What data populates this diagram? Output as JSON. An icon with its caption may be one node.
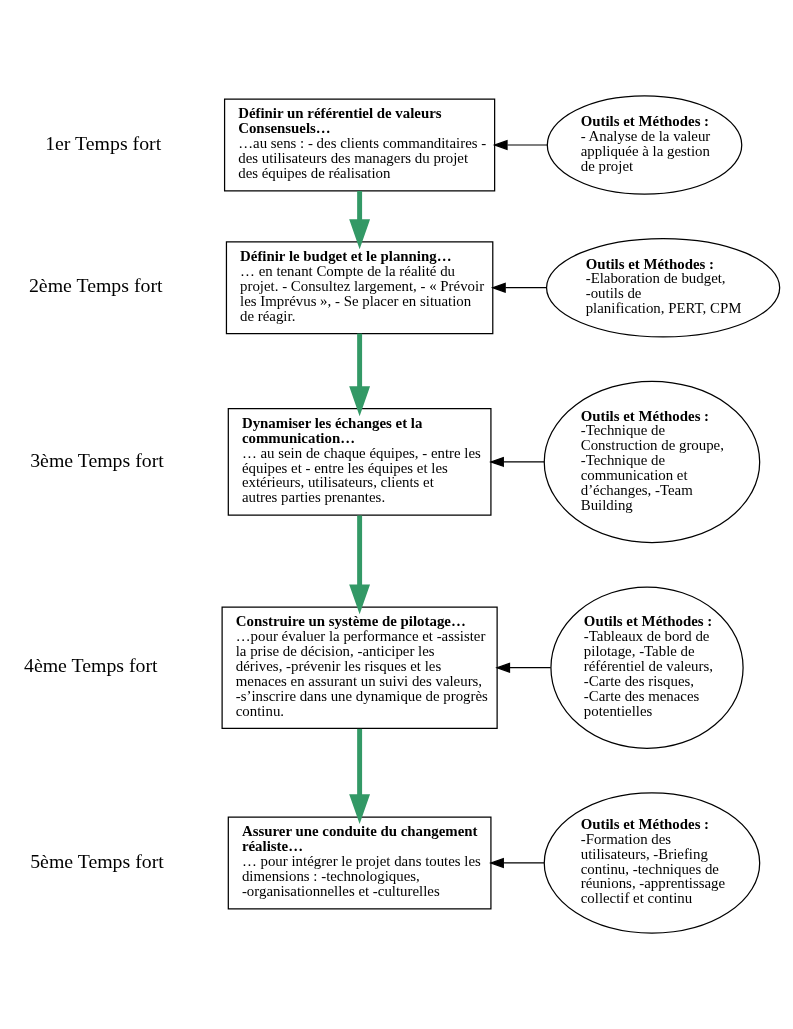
{
  "diagram": {
    "nodes": [
      {
        "text": [
          "Définir un référentiel de valeurs Consensuels…",
          "…au sens : - des clients commanditaires - des utilisateurs des managers du projet des équipes de réalisation"
        ],
        "beside": [
          "1er Temps fort"
        ]
      },
      {
        "text": [
          "Outils et Méthodes :",
          "- Analyse de la valeur appliquée à la gestion de projet"
        ]
      },
      {
        "text": [
          "Définir le budget et le planning…",
          "… en tenant Compte de la réalité du projet. - Consultez largement, - « Prévoir les Imprévus », - Se placer en situation de réagir."
        ],
        "beside": [
          "2ème Temps fort"
        ]
      },
      {
        "text": [
          "Outils et Méthodes :",
          "-Elaboration de budget, -outils de planification, PERT, CPM"
        ]
      },
      {
        "text": [
          "Dynamiser les échanges et la communication…",
          "… au sein de chaque équipes, - entre les équipes et - entre les équipes et les extérieurs, utilisateurs, clients et autres parties prenantes."
        ],
        "beside": [
          "3ème Temps fort"
        ]
      },
      {
        "text": [
          "Outils et Méthodes :",
          "-Technique de Construction de groupe, -Technique de communication et d’échanges, -Team Building"
        ]
      },
      {
        "text": [
          "Construire un système de pilotage…",
          "…pour évaluer la performance et -assister la prise de décision, -anticiper les dérives, -prévenir les risques et les menaces en assurant un suivi des valeurs, -s’inscrire dans une dynamique de progrès continu."
        ],
        "beside": [
          "4ème Temps fort"
        ]
      },
      {
        "text": [
          "Outils et Méthodes :",
          "-Tableaux de bord de pilotage, -Table de référentiel de valeurs, -Carte des risques, -Carte des menaces potentielles"
        ]
      },
      {
        "text": [
          "Assurer une conduite du changement réaliste…",
          "… pour intégrer le projet dans toutes les dimensions : -technologiques, -organisationnelles et -culturelles"
        ],
        "beside": [
          "5ème Temps fort"
        ]
      },
      {
        "text": [
          "Outils et Méthodes :",
          "-Formation des utilisateurs, -Briefing continu, -techniques de réunions, -apprentissage collectif et continu"
        ]
      }
    ],
    "edges": [
      {
        "from": 1,
        "to": 0,
        "arrow": "to"
      },
      {
        "from": 0,
        "to": 2,
        "arrow": "to",
        "style": "thick",
        "color": "#339966"
      },
      {
        "from": 3,
        "to": 2,
        "arrow": "to"
      },
      {
        "from": 2,
        "to": 4,
        "arrow": "to",
        "style": "thick",
        "color": "#339966"
      },
      {
        "from": 5,
        "to": 4,
        "arrow": "to"
      },
      {
        "from": 4,
        "to": 6,
        "arrow": "to",
        "style": "thick",
        "color": "#339966"
      },
      {
        "from": 7,
        "to": 6,
        "arrow": "to"
      },
      {
        "from": 6,
        "to": 8,
        "arrow": "to",
        "style": "thick",
        "color": "#339966"
      },
      {
        "from": 9,
        "to": 8,
        "arrow": "to"
      }
    ]
  }
}
